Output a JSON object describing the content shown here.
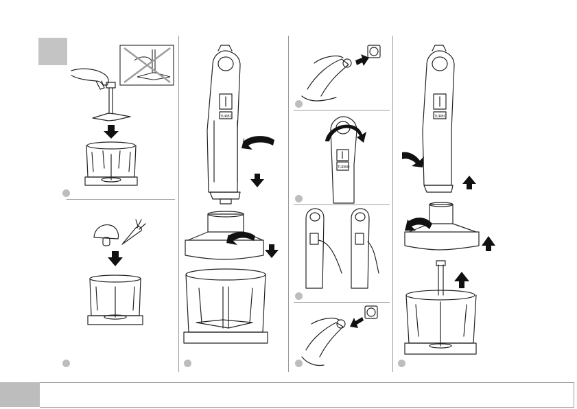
{
  "diagram": {
    "button_label": "TURBO",
    "steps": [
      {
        "id": "step-a",
        "badge": ""
      },
      {
        "id": "step-b",
        "badge": ""
      },
      {
        "id": "step-c",
        "badge": ""
      },
      {
        "id": "step-d",
        "badge": ""
      },
      {
        "id": "step-e",
        "badge": ""
      },
      {
        "id": "step-f",
        "badge": ""
      },
      {
        "id": "step-g",
        "badge": ""
      },
      {
        "id": "step-h",
        "badge": ""
      }
    ],
    "colors": {
      "stroke": "#222222",
      "badge": "#bdbdbd",
      "section_marker": "#c4c4c4",
      "divider": "#9a9a9a"
    }
  }
}
